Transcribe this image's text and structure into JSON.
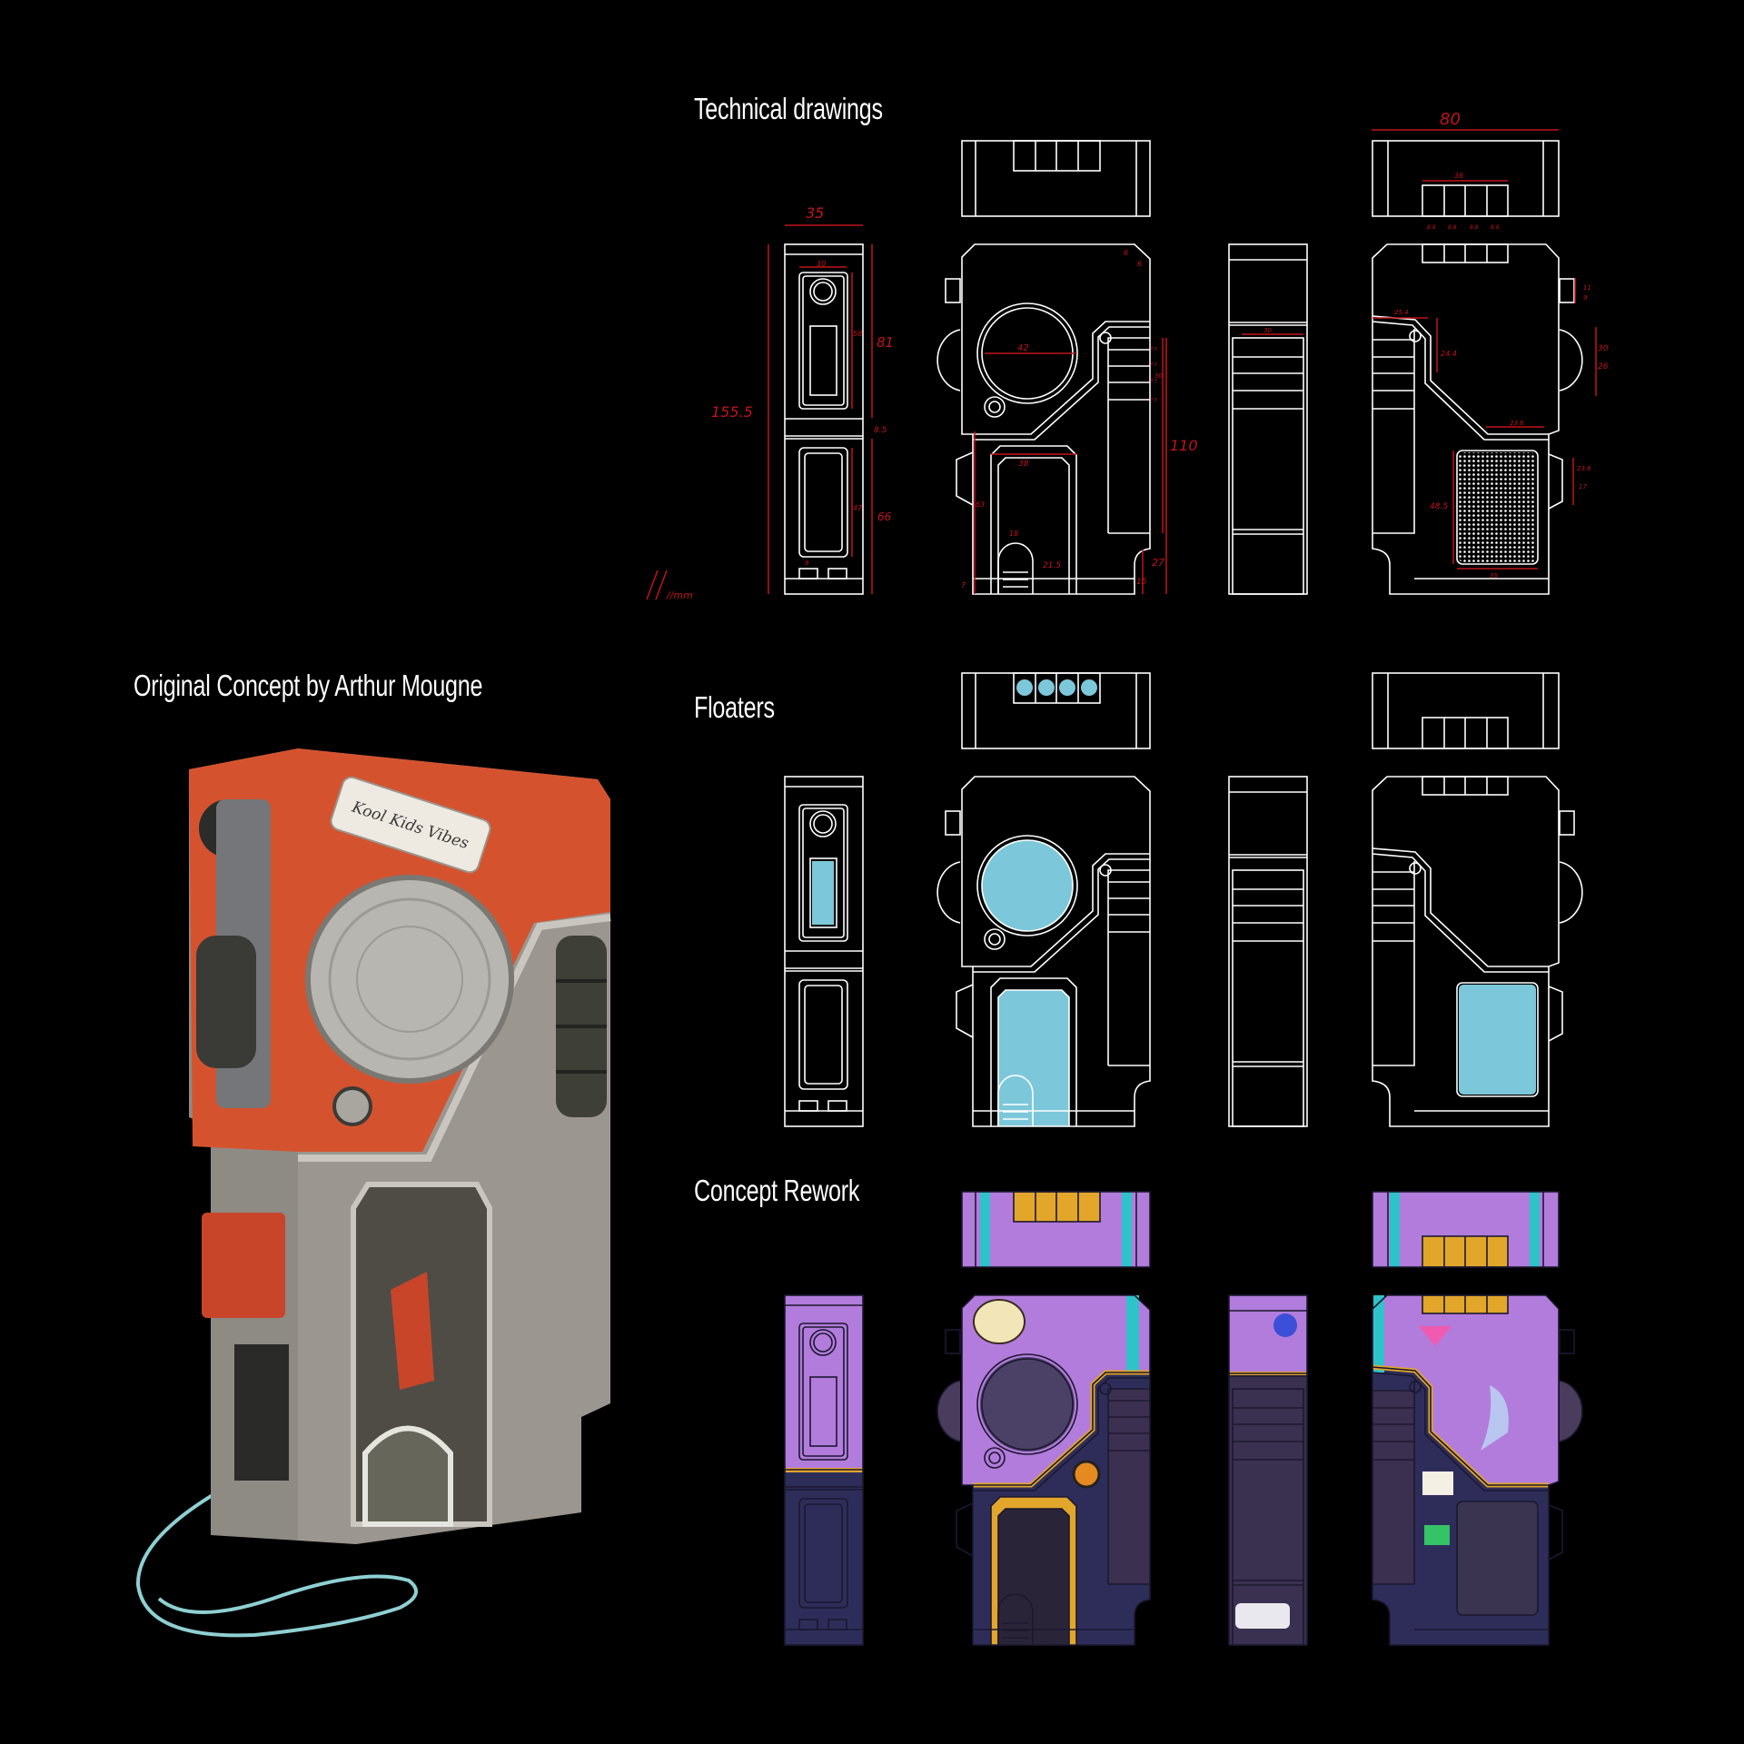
{
  "sections": {
    "original_concept": "Original Concept by Arthur Mougne",
    "technical": "Technical drawings",
    "floaters": "Floaters",
    "rework": "Concept Rework"
  },
  "concept_sticker": "Kool Kids Vibes",
  "dimensions": {
    "side_width": "35",
    "side_panel": "30",
    "side_upper_inner": "58",
    "side_upper": "81",
    "total_height": "155.5",
    "side_gap": "8.5",
    "side_lower_inner": "47",
    "side_lower": "66",
    "side_foot": "9",
    "units": "//mm",
    "chamfer_a": "6",
    "chamfer_b": "6",
    "lens": "42",
    "rib_1": "7.5",
    "rib_2": "7.5",
    "rib_3": "7.5",
    "rib_4": "7.5",
    "ribs_total": "30",
    "front_lower": "110",
    "window": "38",
    "window_height": "63",
    "arch": "18",
    "arch_height": "21.5",
    "notch": "27",
    "notch_low": "15",
    "base": "7",
    "top_width": "80",
    "slot": "36",
    "cell_1": "8.8",
    "cell_2": "8.8",
    "cell_3": "8.8",
    "cell_4": "8.8",
    "side2_panel": "30",
    "bezel_w": "25.4",
    "bezel_h": "24.4",
    "button_a": "11",
    "button_b": "9",
    "dome_a": "30",
    "dome_b": "26",
    "ledge": "23.6",
    "wedge_a": "23.6",
    "wedge_b": "17",
    "grille_h": "48.5",
    "grille_w": "35"
  },
  "colors": {
    "background": "#000000",
    "line": "#ffffff",
    "dimension": "#c0141c",
    "floater": "#7cc8da",
    "rework_purple": "#b27cdc",
    "rework_navy": "#2e2d5a",
    "rework_cyan": "#2ec3c9",
    "rework_gold": "#e2a62a",
    "concept_orange": "#d4532e",
    "concept_grey": "#8e8a84"
  }
}
